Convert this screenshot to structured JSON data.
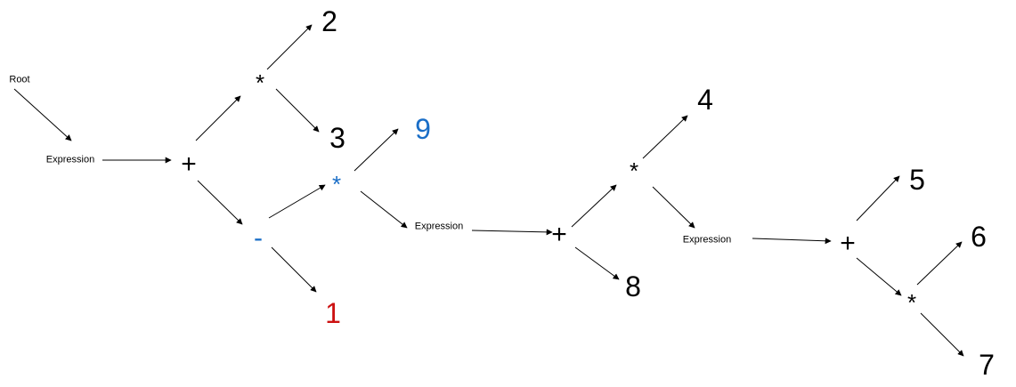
{
  "colors": {
    "default": "#000000",
    "blue": "#1a6ec7",
    "red": "#cc1111"
  },
  "nodes": [
    {
      "id": "root",
      "label": "Root",
      "color": "default",
      "kind": "small"
    },
    {
      "id": "expr1",
      "label": "Expression",
      "color": "default",
      "kind": "small"
    },
    {
      "id": "plus1",
      "label": "+",
      "color": "default",
      "kind": "op"
    },
    {
      "id": "star1",
      "label": "*",
      "color": "default",
      "kind": "star"
    },
    {
      "id": "n2",
      "label": "2",
      "color": "default",
      "kind": "num"
    },
    {
      "id": "n3",
      "label": "3",
      "color": "default",
      "kind": "num"
    },
    {
      "id": "minus1",
      "label": "-",
      "color": "blue",
      "kind": "op"
    },
    {
      "id": "star2",
      "label": "*",
      "color": "blue",
      "kind": "star"
    },
    {
      "id": "n9",
      "label": "9",
      "color": "blue",
      "kind": "num"
    },
    {
      "id": "n1",
      "label": "1",
      "color": "red",
      "kind": "num"
    },
    {
      "id": "expr2",
      "label": "Expression",
      "color": "default",
      "kind": "small"
    },
    {
      "id": "plus2",
      "label": "+",
      "color": "default",
      "kind": "op"
    },
    {
      "id": "star3",
      "label": "*",
      "color": "default",
      "kind": "star"
    },
    {
      "id": "n4",
      "label": "4",
      "color": "default",
      "kind": "num"
    },
    {
      "id": "n8",
      "label": "8",
      "color": "default",
      "kind": "num"
    },
    {
      "id": "expr3",
      "label": "Expression",
      "color": "default",
      "kind": "small"
    },
    {
      "id": "plus3",
      "label": "+",
      "color": "default",
      "kind": "op"
    },
    {
      "id": "n5",
      "label": "5",
      "color": "default",
      "kind": "num"
    },
    {
      "id": "star4",
      "label": "*",
      "color": "default",
      "kind": "star"
    },
    {
      "id": "n6",
      "label": "6",
      "color": "default",
      "kind": "num"
    },
    {
      "id": "n7",
      "label": "7",
      "color": "default",
      "kind": "num"
    }
  ],
  "edges": [
    {
      "from": "root",
      "to": "expr1"
    },
    {
      "from": "expr1",
      "to": "plus1"
    },
    {
      "from": "plus1",
      "to": "star1"
    },
    {
      "from": "plus1",
      "to": "minus1"
    },
    {
      "from": "star1",
      "to": "n2"
    },
    {
      "from": "star1",
      "to": "n3"
    },
    {
      "from": "minus1",
      "to": "star2"
    },
    {
      "from": "minus1",
      "to": "n1"
    },
    {
      "from": "star2",
      "to": "n9"
    },
    {
      "from": "star2",
      "to": "expr2"
    },
    {
      "from": "expr2",
      "to": "plus2"
    },
    {
      "from": "plus2",
      "to": "star3"
    },
    {
      "from": "plus2",
      "to": "n8"
    },
    {
      "from": "star3",
      "to": "n4"
    },
    {
      "from": "star3",
      "to": "expr3"
    },
    {
      "from": "expr3",
      "to": "plus3"
    },
    {
      "from": "plus3",
      "to": "n5"
    },
    {
      "from": "plus3",
      "to": "star4"
    },
    {
      "from": "star4",
      "to": "n6"
    },
    {
      "from": "star4",
      "to": "n7"
    }
  ]
}
